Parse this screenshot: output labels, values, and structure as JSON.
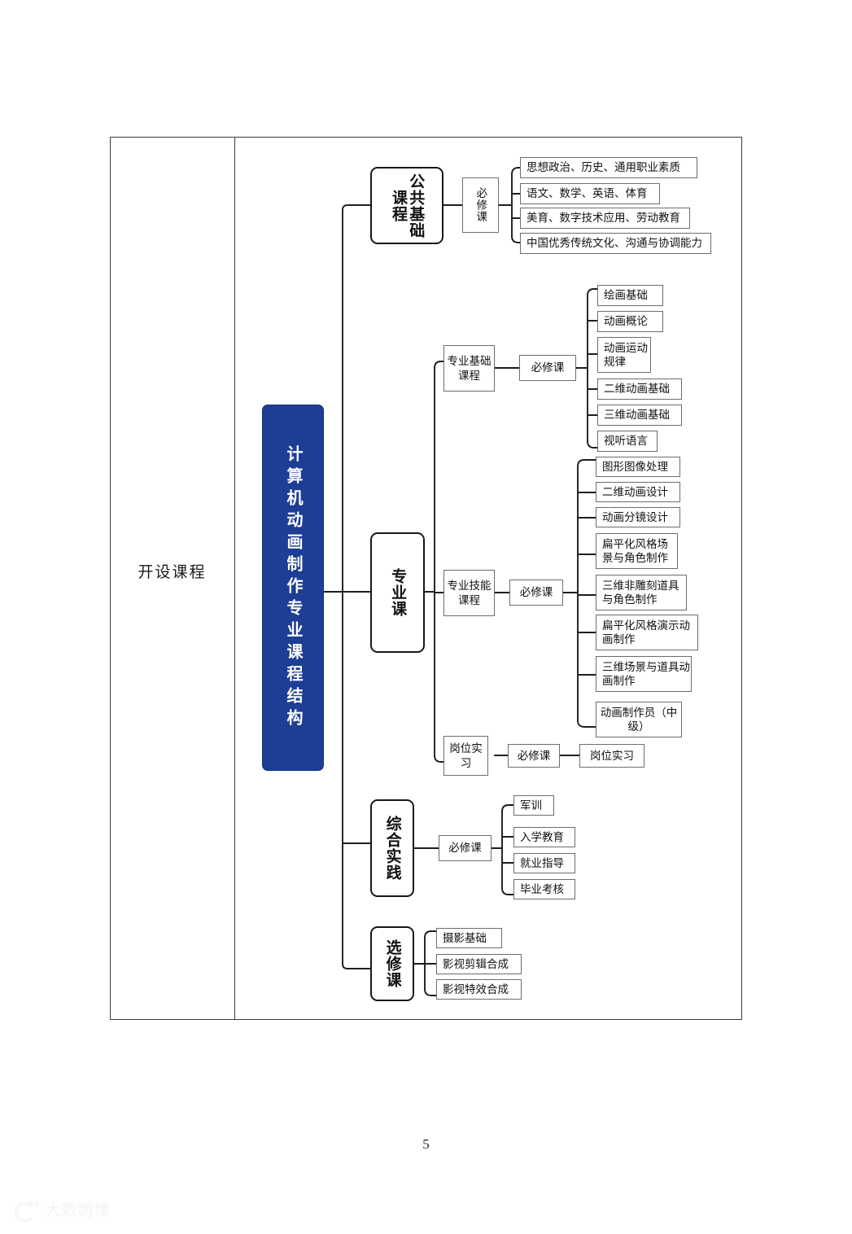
{
  "page": {
    "number": "5",
    "row_label": "开设课程",
    "title": "计算机动画制作专业课程结构"
  },
  "watermark": {
    "text": "大数跨境",
    "logo": "logo-icon"
  },
  "colors": {
    "title_bg": "#1e3d94",
    "title_text": "#ffffff",
    "box_border": "#6c6c74",
    "frame": "#3a3a42"
  },
  "chart_data": {
    "type": "diagram",
    "title": "计算机动画制作专业课程结构",
    "root": "计算机动画制作专业课程结构",
    "branches": [
      {
        "name": "公共基础课程",
        "groups": [
          {
            "name": "必修课",
            "items": [
              "思想政治、历史、通用职业素质",
              "语文、数学、英语、体育",
              "美育、数字技术应用、劳动教育",
              "中国优秀传统文化、沟通与协调能力"
            ]
          }
        ]
      },
      {
        "name": "专业课",
        "subgroups": [
          {
            "name": "专业基础课程",
            "group": "必修课",
            "items": [
              "绘画基础",
              "动画概论",
              "动画运动规律",
              "二维动画基础",
              "三维动画基础",
              "视听语言"
            ]
          },
          {
            "name": "专业技能课程",
            "group": "必修课",
            "items": [
              "图形图像处理",
              "二维动画设计",
              "动画分镜设计",
              "扁平化风格场景与角色制作",
              "三维非雕刻道具与角色制作",
              "扁平化风格演示动画制作",
              "三维场景与道具动画制作",
              "动画制作员（中级）"
            ]
          },
          {
            "name": "岗位实习",
            "group": "必修课",
            "items": [
              "岗位实习"
            ]
          }
        ]
      },
      {
        "name": "综合实践",
        "groups": [
          {
            "name": "必修课",
            "items": [
              "军训",
              "入学教育",
              "就业指导",
              "毕业考核"
            ]
          }
        ]
      },
      {
        "name": "选修课",
        "groups": [
          {
            "name": "",
            "items": [
              "摄影基础",
              "影视剪辑合成",
              "影视特效合成"
            ]
          }
        ]
      }
    ]
  },
  "nodes": {
    "b_public": "公共基础课程",
    "b_major": "专业课",
    "b_practice": "综合实践",
    "b_elective": "选修课",
    "req": "必修课",
    "pub1": "思想政治、历史、通用职业素质",
    "pub2": "语文、数学、英语、体育",
    "pub3": "美育、数字技术应用、劳动教育",
    "pub4": "中国优秀传统文化、沟通与协调能力",
    "g_basic": "专业基础课程",
    "g_skill": "专业技能课程",
    "g_intern": "岗位实习",
    "bas1": "绘画基础",
    "bas2": "动画概论",
    "bas3": "动画运动规律",
    "bas4": "二维动画基础",
    "bas5": "三维动画基础",
    "bas6": "视听语言",
    "sk1": "图形图像处理",
    "sk2": "二维动画设计",
    "sk3": "动画分镜设计",
    "sk4": "扁平化风格场景与角色制作",
    "sk5": "三维非雕刻道具与角色制作",
    "sk6": "扁平化风格演示动画制作",
    "sk7": "三维场景与道具动画制作",
    "sk8": "动画制作员（中级）",
    "intern_leaf": "岗位实习",
    "pr1": "军训",
    "pr2": "入学教育",
    "pr3": "就业指导",
    "pr4": "毕业考核",
    "el1": "摄影基础",
    "el2": "影视剪辑合成",
    "el3": "影视特效合成"
  }
}
